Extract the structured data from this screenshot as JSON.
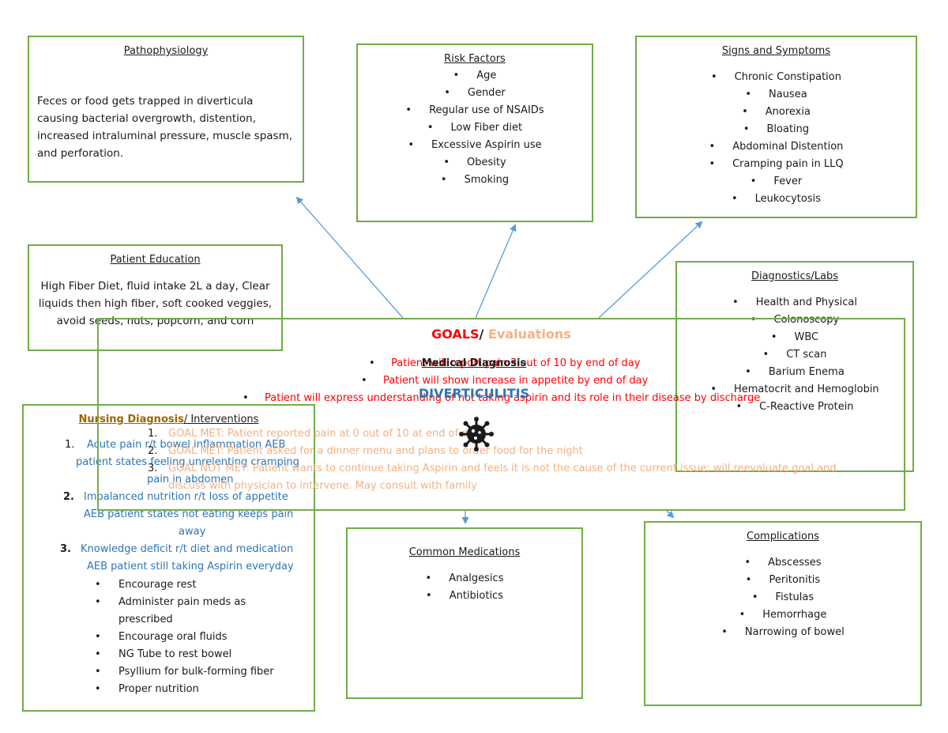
{
  "pathophysiology": {
    "title": "Pathophysiology",
    "text": "Feces or food gets trapped in diverticula causing bacterial overgrowth, distention, increased intraluminal pressure, muscle spasm, and perforation."
  },
  "risk_factors": {
    "title": "Risk Factors",
    "items": [
      "Age",
      "Gender",
      "Regular use of NSAIDs",
      "Low Fiber diet",
      "Excessive Aspirin use",
      "Obesity",
      "Smoking"
    ]
  },
  "signs_symptoms": {
    "title": "Signs and Symptoms",
    "items": [
      "Chronic Constipation",
      "Nausea",
      "Anorexia",
      "Bloating",
      "Abdominal Distention",
      "Cramping pain in LLQ",
      "Fever",
      "Leukocytosis"
    ]
  },
  "patient_education": {
    "title": "Patient Education",
    "text": "High Fiber Diet, fluid intake 2L a day, Clear liquids then high fiber, soft cooked veggies, avoid seeds, nuts, popcorn, and corn"
  },
  "diagnostics": {
    "title": "Diagnostics/Labs",
    "items": [
      "Health and Physical",
      "Colonoscopy",
      "WBC",
      "CT scan",
      "Barium Enema",
      "Hematocrit and Hemoglobin",
      "C-Reactive Protein"
    ]
  },
  "goals": {
    "title_goals": "GOALS",
    "title_sep": "/ ",
    "title_eval": "Evaluations",
    "items": [
      "Patient will report pain 3 out of 10 by end of day",
      "Patient will show increase in appetite by end of day",
      "Patient will express understanding of not taking aspirin and its role in their disease by discharge"
    ],
    "evaluations": [
      {
        "num": "1.",
        "text": "GOAL MET: Patient reported pain at 0 out of 10 at end of day"
      },
      {
        "num": "2.",
        "text": "GOAL MET: Patient asked for a dinner menu and plans to order food for the night"
      },
      {
        "num": "3.",
        "text": "GOAL NOT MET: Patient wants to continue taking Aspirin and feels it is not the cause of the current issue; will reevaluate goal and",
        "cont": "discuss with physician to intervene. May consult with family"
      }
    ]
  },
  "medical_diagnosis": {
    "label": "Medical Diagnosis",
    "name": "DIVERTICULITIS"
  },
  "nursing": {
    "title_a": "Nursing Diagnosis",
    "title_b": "/ Interventions",
    "diagnoses": [
      {
        "num": "1.",
        "line1": "Acute pain r/t bowel inflammation AEB",
        "line2": "patient states feeling unrelenting cramping",
        "line3": "pain in abdomen"
      },
      {
        "num": "2.",
        "line1": "Imbalanced nutrition r/t loss of appetite",
        "line2": "AEB patient states not eating keeps pain",
        "line3": "away"
      },
      {
        "num": "3.",
        "line1": "Knowledge deficit r/t diet and medication",
        "line2": "AEB patient still taking Aspirin everyday"
      }
    ],
    "interventions": [
      "Encourage rest",
      "Administer pain meds as prescribed",
      "Encourage oral fluids",
      "NG Tube to rest bowel",
      "Psyllium for bulk-forming fiber",
      "Proper nutrition"
    ]
  },
  "medications": {
    "title": "Common Medications",
    "items": [
      "Analgesics",
      "Antibiotics"
    ]
  },
  "complications": {
    "title": "Complications",
    "items": [
      "Abscesses",
      "Peritonitis",
      "Fistulas",
      "Hemorrhage",
      "Narrowing of bowel"
    ]
  },
  "colors": {
    "border": "#70ad47",
    "arrow": "#5b9bd5",
    "goals_red": "#ff0000",
    "eval_orange": "#f4b183",
    "diagnosis_blue": "#2e75b6",
    "nursing_gold": "#9c6500"
  },
  "icons": {
    "center": "virus-icon"
  }
}
